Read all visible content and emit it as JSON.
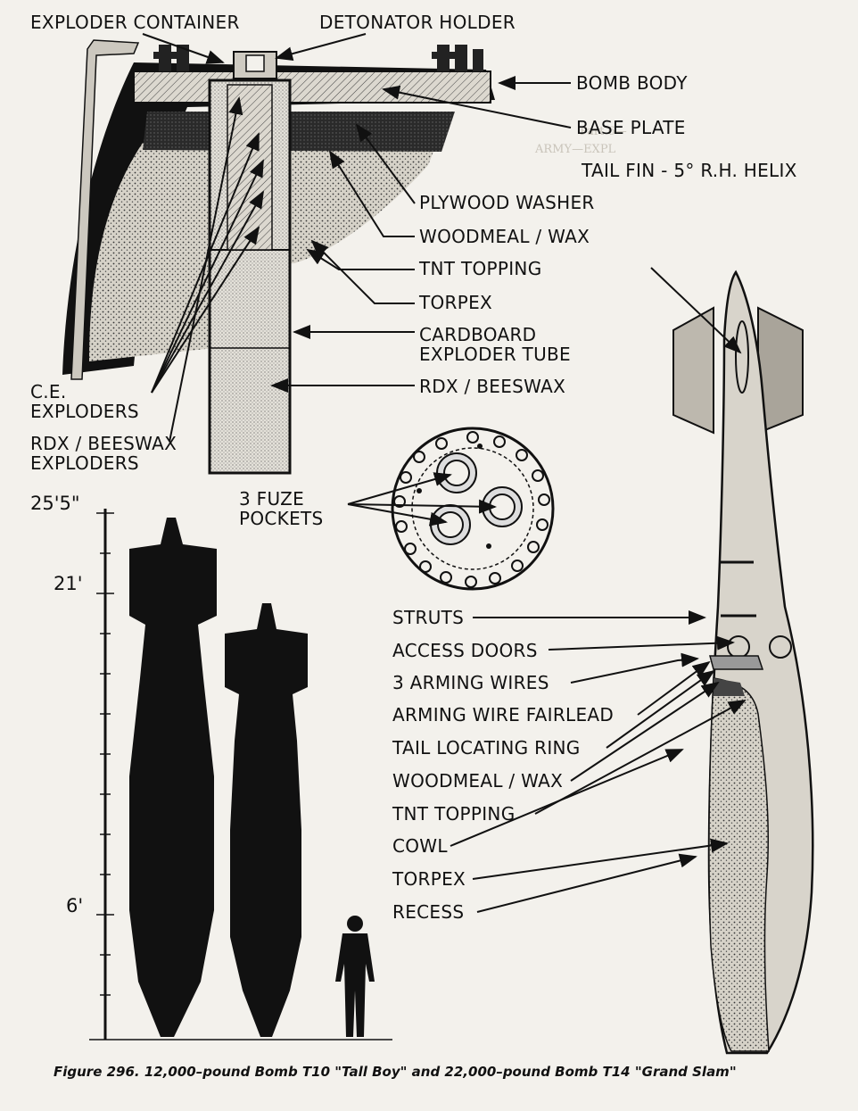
{
  "figure": {
    "caption": "Figure 296.  12,000–pound Bomb T10 \"Tall Boy\" and 22,000–pound Bomb T14 \"Grand Slam\""
  },
  "exploder_section": {
    "labels": {
      "exploder_container": "EXPLODER CONTAINER",
      "detonator_holder": "DETONATOR HOLDER",
      "bomb_body": "BOMB BODY",
      "base_plate": "BASE PLATE",
      "plywood_washer": "PLYWOOD WASHER",
      "woodmeal_wax": "WOODMEAL / WAX",
      "tnt_topping": "TNT  TOPPING",
      "torpex": "TORPEX",
      "cardboard_exploder_tube": "CARDBOARD\nEXPLODER TUBE",
      "rdx_beeswax": "RDX / BEESWAX",
      "ce_exploders": "C.E.\nEXPLODERS",
      "rdx_beeswax_exploders": "RDX / BEESWAX\nEXPLODERS"
    }
  },
  "fuze_view": {
    "label": "3 FUZE\nPOCKETS"
  },
  "scale_comparison": {
    "marks": [
      "25'5\"",
      "21'",
      "6'"
    ]
  },
  "tail_section": {
    "labels": {
      "tail_fin": "TAIL FIN - 5° R.H. HELIX",
      "struts": "STRUTS",
      "access_doors": "ACCESS DOORS",
      "arming_wires": "3 ARMING WIRES",
      "arming_wire_fairlead": "ARMING WIRE FAIRLEAD",
      "tail_locating_ring": "TAIL LOCATING RING",
      "woodmeal_wax": "WOODMEAL / WAX",
      "tnt_topping": "TNT  TOPPING",
      "cowl": "COWL",
      "torpex": "TORPEX",
      "recess": "RECESS"
    }
  }
}
